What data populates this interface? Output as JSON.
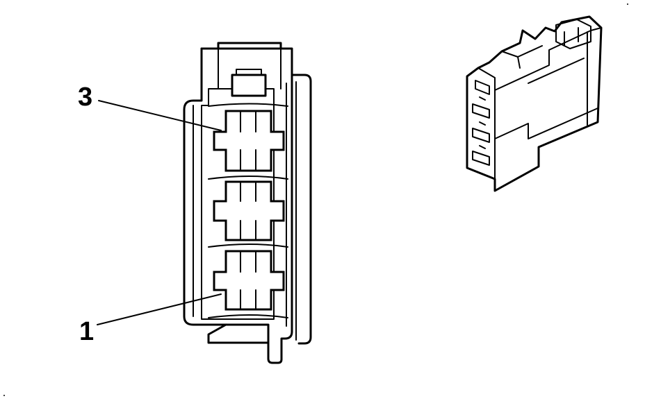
{
  "callouts": [
    {
      "id": "3",
      "label": "3"
    },
    {
      "id": "1",
      "label": "1"
    }
  ],
  "connector": {
    "cavity_count": 3
  },
  "icons": {
    "connector_face": "connector-face-view-icon",
    "connector_iso": "connector-isometric-view-icon"
  }
}
